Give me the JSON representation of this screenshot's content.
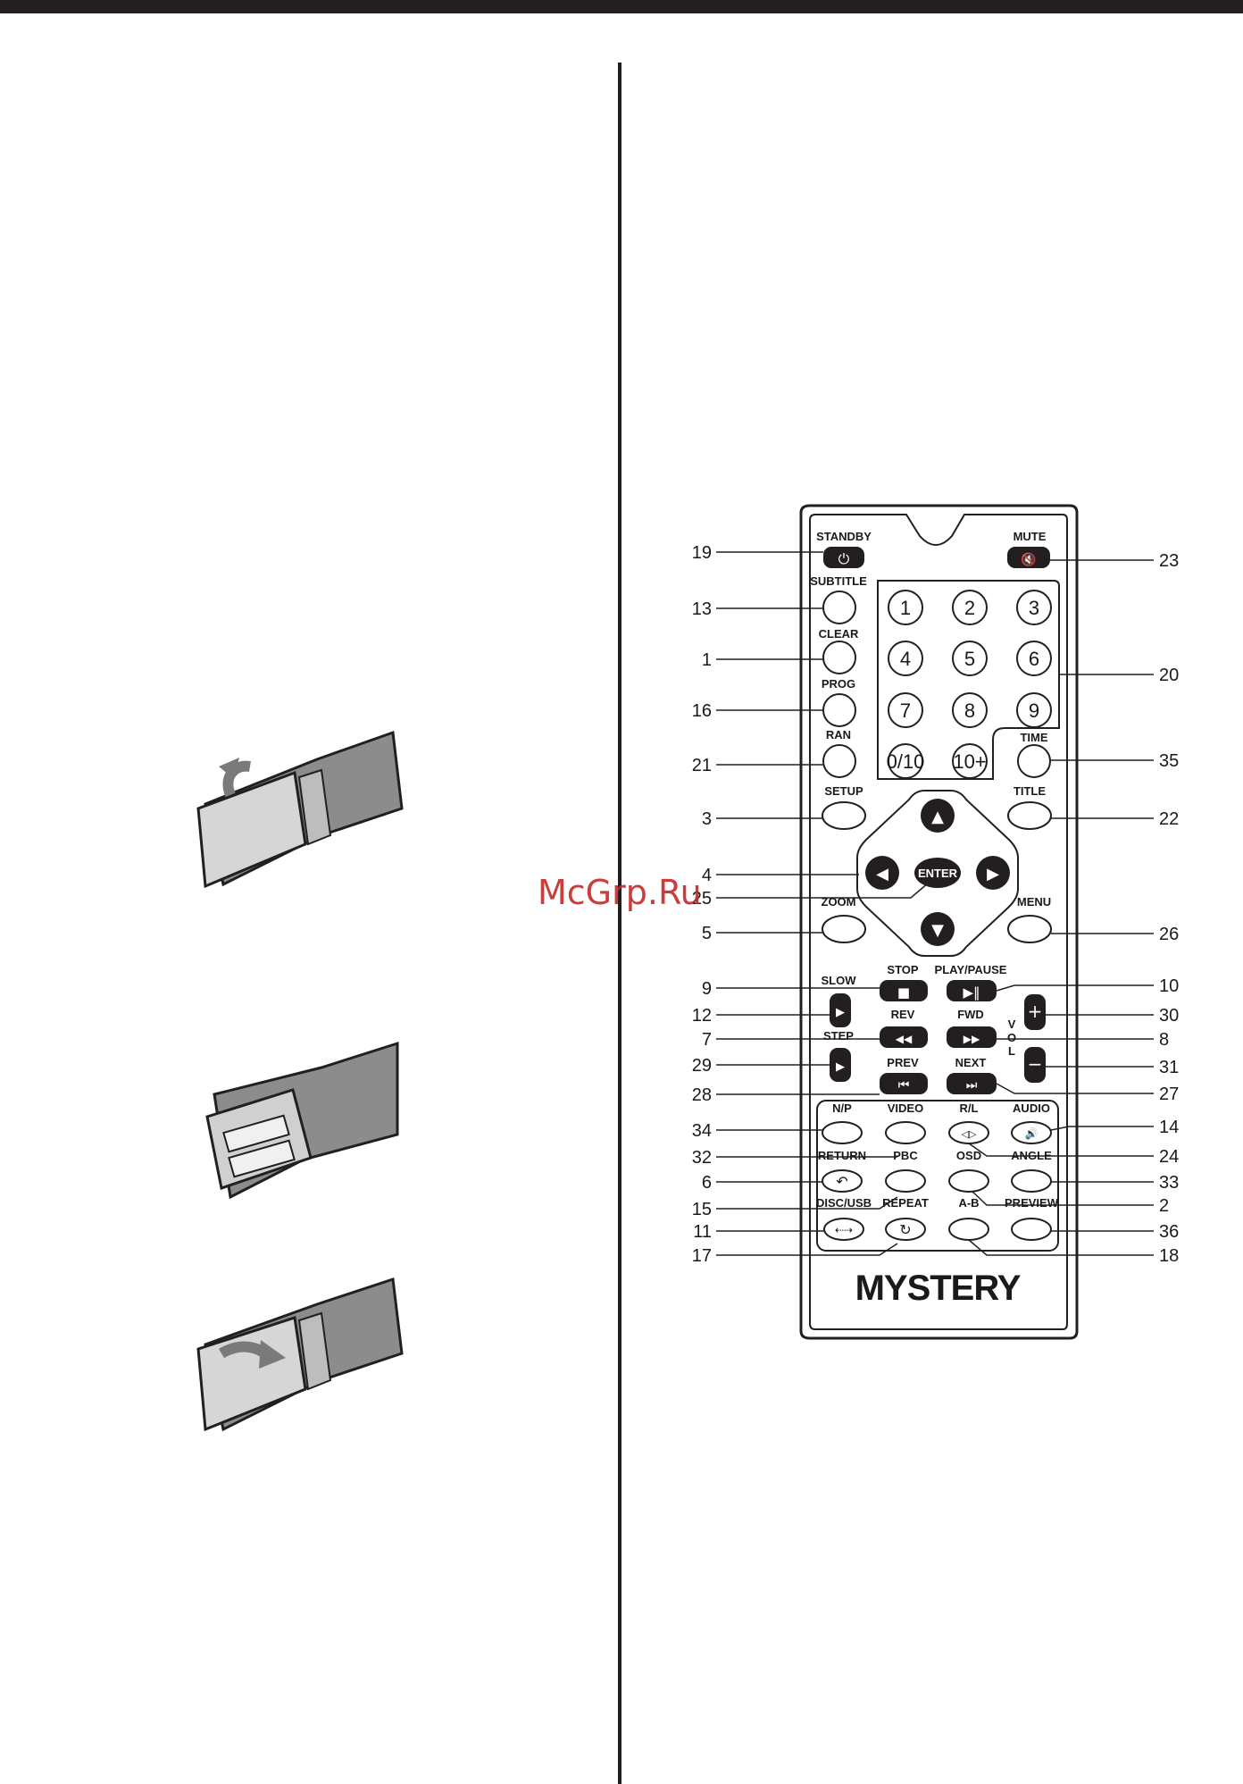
{
  "watermark": "McGrp.Ru",
  "brand": "MYSTERY",
  "buttons": {
    "standby": "STANDBY",
    "mute": "MUTE",
    "subtitle": "SUBTITLE",
    "clear": "CLEAR",
    "prog": "PROG",
    "ran": "RAN",
    "time": "TIME",
    "setup": "SETUP",
    "title": "TITLE",
    "enter": "ENTER",
    "zoom": "ZOOM",
    "menu": "MENU",
    "stop": "STOP",
    "play_pause": "PLAY/PAUSE",
    "slow": "SLOW",
    "rev": "REV",
    "fwd": "FWD",
    "step": "STEP",
    "prev": "PREV",
    "next": "NEXT",
    "vol_v": "V",
    "vol_o": "O",
    "vol_l": "L",
    "np": "N/P",
    "video": "VIDEO",
    "rl": "R/L",
    "audio": "AUDIO",
    "return": "RETURN",
    "pbc": "PBC",
    "osd": "OSD",
    "angle": "ANGLE",
    "disc_usb": "DISC/USB",
    "repeat": "REPEAT",
    "ab": "A-B",
    "preview": "PREVIEW"
  },
  "digits": [
    "1",
    "2",
    "3",
    "4",
    "5",
    "6",
    "7",
    "8",
    "9",
    "0/10",
    "10+"
  ],
  "callouts_left": [
    "19",
    "13",
    "1",
    "16",
    "21",
    "3",
    "4",
    "25",
    "5",
    "9",
    "12",
    "7",
    "29",
    "28",
    "34",
    "32",
    "6",
    "15",
    "11",
    "17"
  ],
  "callouts_right": [
    "23",
    "20",
    "35",
    "22",
    "26",
    "10",
    "30",
    "8",
    "31",
    "27",
    "14",
    "24",
    "33",
    "2",
    "36",
    "18"
  ]
}
